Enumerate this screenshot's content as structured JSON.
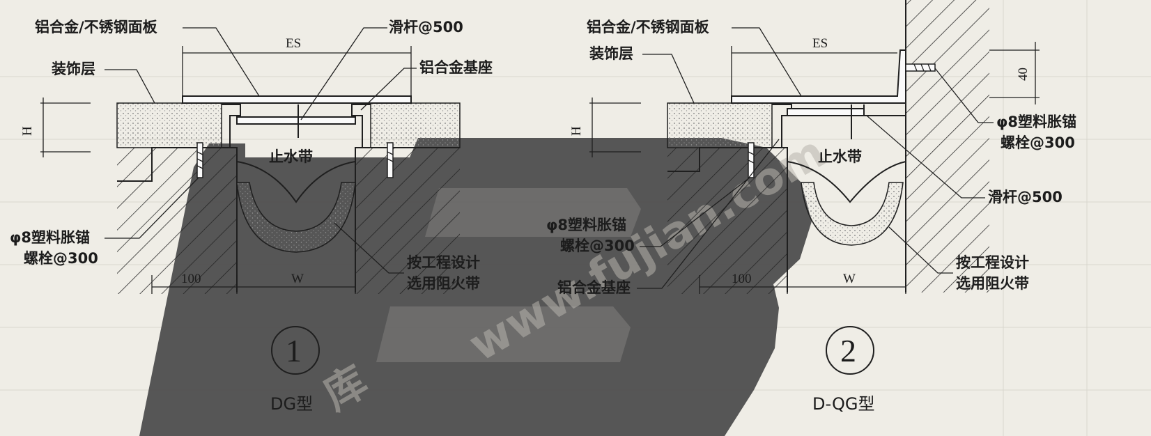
{
  "watermark": {
    "url": "www.fujian.com",
    "logo_glyph": "B",
    "logo_char": "库"
  },
  "detail_1": {
    "labels": {
      "panel": "铝合金/不锈钢面板",
      "decor": "装饰层",
      "slide_rod": "滑杆@500",
      "base": "铝合金基座",
      "waterstop": "止水带",
      "anchor_1": "φ8塑料胀锚",
      "anchor_2": "螺栓@300",
      "fire_1": "按工程设计",
      "fire_2": "选用阻火带"
    },
    "dims": {
      "es": "ES",
      "h": "H",
      "d100": "100",
      "w": "W"
    },
    "number": "1",
    "type": "DG型"
  },
  "detail_2": {
    "labels": {
      "panel": "铝合金/不锈钢面板",
      "decor": "装饰层",
      "anchor_r1": "φ8塑料胀锚",
      "anchor_r2": "螺栓@300",
      "waterstop": "止水带",
      "slide_rod": "滑杆@500",
      "anchor_l1": "φ8塑料胀锚",
      "anchor_l2": "螺栓@300",
      "fire_1": "按工程设计",
      "fire_2": "选用阻火带",
      "base": "铝合金基座"
    },
    "dims": {
      "es": "ES",
      "h": "H",
      "d40": "40",
      "d100": "100",
      "w": "W"
    },
    "number": "2",
    "type": "D-QG型"
  }
}
